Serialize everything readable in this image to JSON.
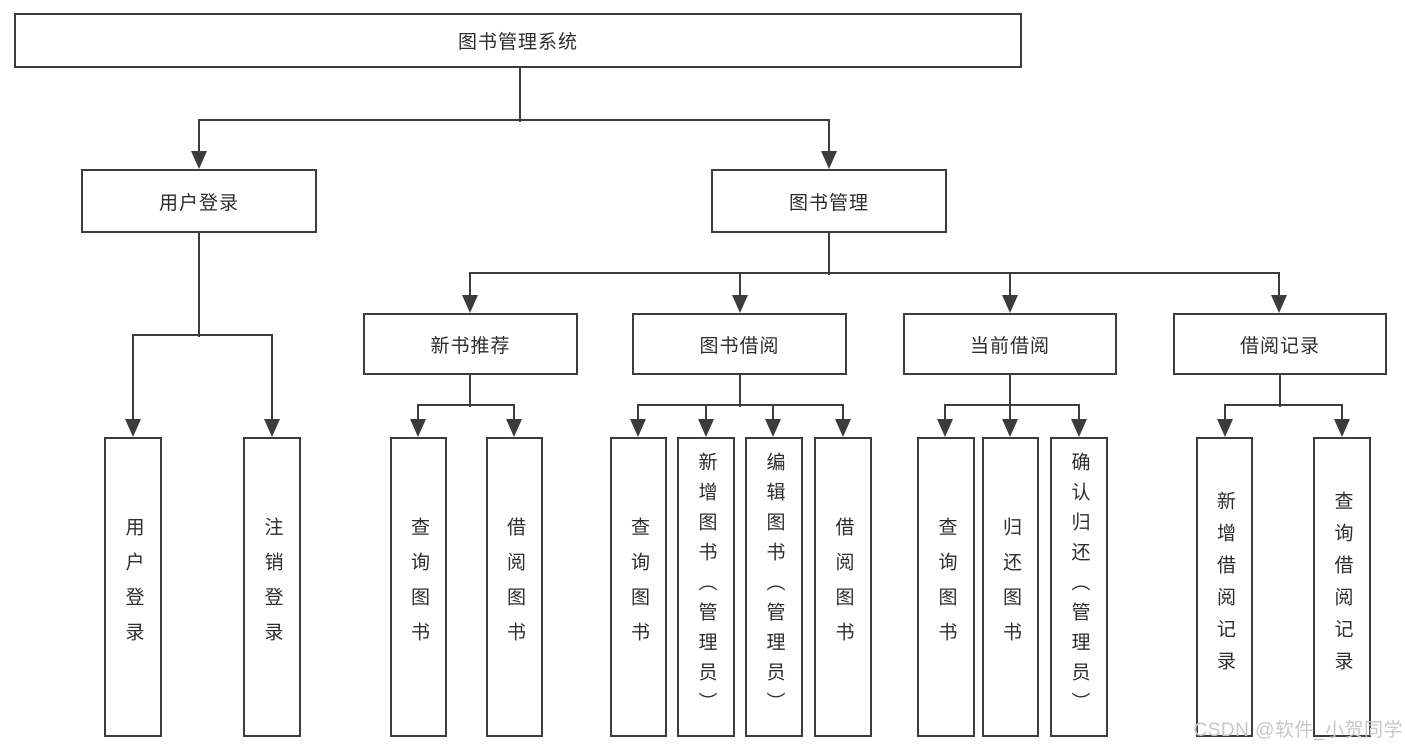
{
  "diagram": {
    "root": {
      "label": "图书管理系统"
    },
    "level2": [
      {
        "id": "user-login",
        "label": "用户登录"
      },
      {
        "id": "book-management",
        "label": "图书管理"
      }
    ],
    "level3": [
      {
        "id": "new-book-recommendation",
        "label": "新书推荐"
      },
      {
        "id": "book-borrowing",
        "label": "图书借阅"
      },
      {
        "id": "current-borrowing",
        "label": "当前借阅"
      },
      {
        "id": "borrowing-records",
        "label": "借阅记录"
      }
    ],
    "leaves": {
      "user_login": [
        {
          "label": "用户登录"
        },
        {
          "label": "注销登录"
        }
      ],
      "new_book_recommendation": [
        {
          "label": "查询图书"
        },
        {
          "label": "借阅图书"
        }
      ],
      "book_borrowing": [
        {
          "label": "查询图书"
        },
        {
          "label": "新增图书（管理员）"
        },
        {
          "label": "编辑图书（管理员）"
        },
        {
          "label": "借阅图书"
        }
      ],
      "current_borrowing": [
        {
          "label": "查询图书"
        },
        {
          "label": "归还图书"
        },
        {
          "label": "确认归还（管理员）"
        }
      ],
      "borrowing_records": [
        {
          "label": "新增借阅记录"
        },
        {
          "label": "查询借阅记录"
        }
      ]
    }
  },
  "watermark": {
    "text": "CSDN @软件_小贺同学",
    "color": "#c8c8c8"
  },
  "colors": {
    "line": "#3c3c3c",
    "box_border": "#3c3c3c",
    "text": "#2d2d2d",
    "background": "#ffffff"
  }
}
